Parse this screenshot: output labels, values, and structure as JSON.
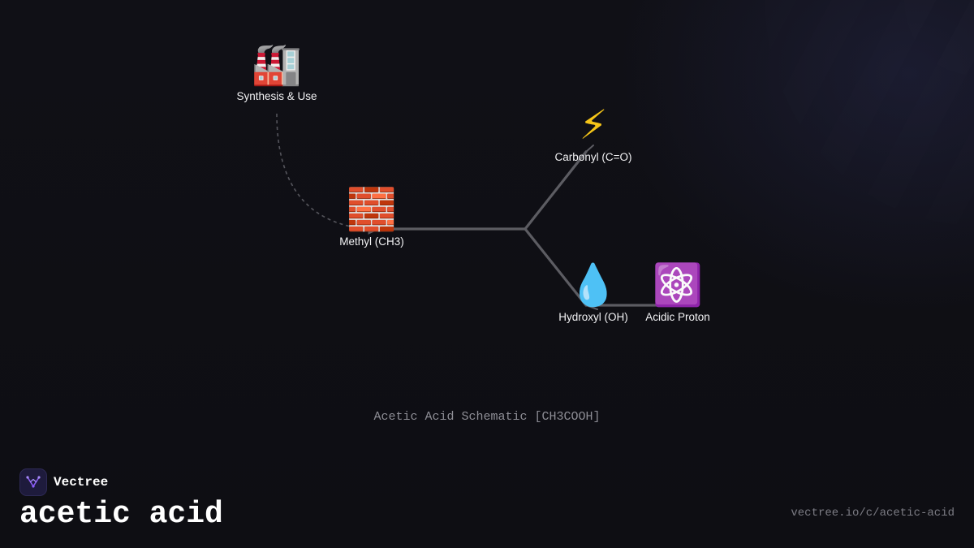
{
  "diagram": {
    "nodes": [
      {
        "id": "synthesis",
        "label": "Synthesis & Use",
        "emoji": "🏭",
        "icon": "factory-icon"
      },
      {
        "id": "methyl",
        "label": "Methyl (CH3)",
        "emoji": "🧱",
        "icon": "brick-icon"
      },
      {
        "id": "carbonyl",
        "label": "Carbonyl (C=O)",
        "emoji": "⚡",
        "icon": "lightning-icon"
      },
      {
        "id": "hydroxyl",
        "label": "Hydroxyl (OH)",
        "emoji": "💧",
        "icon": "droplet-icon"
      },
      {
        "id": "proton",
        "label": "Acidic Proton",
        "emoji": "⚛️",
        "icon": "atom-icon"
      }
    ],
    "edges": [
      {
        "from": "synthesis",
        "to": "methyl",
        "style": "dashed"
      },
      {
        "from": "methyl",
        "to": "carbonyl",
        "style": "solid"
      },
      {
        "from": "methyl",
        "to": "hydroxyl",
        "style": "solid"
      },
      {
        "from": "hydroxyl",
        "to": "proton",
        "style": "solid"
      }
    ],
    "caption": "Acetic Acid Schematic [CH3COOH]",
    "colors": {
      "edge": "#5c5c62",
      "dashed_edge": "#55555c",
      "background": "#0f0f14",
      "caption": "#8e8e96"
    }
  },
  "brand": {
    "name": "Vectree",
    "logo_icon": "vectree-logo-icon",
    "accent": "#8b5cf6"
  },
  "page": {
    "title": "acetic acid",
    "url": "vectree.io/c/acetic-acid"
  }
}
